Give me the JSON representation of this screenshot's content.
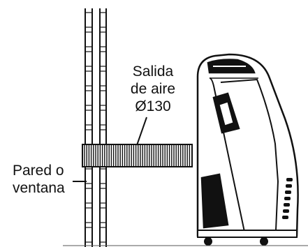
{
  "labels": {
    "outlet": {
      "line1": "Salida",
      "line2": "de aire",
      "line3": "Ø130"
    },
    "wall": {
      "line1": "Pared o",
      "line2": "ventana"
    }
  },
  "colors": {
    "ink": "#111111",
    "background": "#ffffff",
    "hatch": "#555555"
  }
}
